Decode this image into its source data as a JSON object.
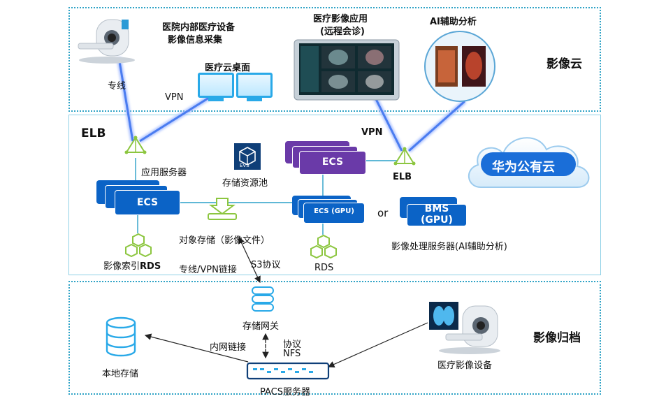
{
  "zones": {
    "top_title": "影像云",
    "mid_title": "ELB",
    "bottom_title": "影像归档"
  },
  "top": {
    "hospital_device": "医院内部医疗设备\n影像信息采集",
    "hospital_device_l1": "医院内部医疗设备",
    "hospital_device_l2": "影像信息采集",
    "dedicated_line": "专线",
    "vpn": "VPN",
    "cloud_desktop": "医疗云桌面",
    "imaging_app_l1": "医疗影像应用",
    "imaging_app_l2": "(远程会诊)",
    "ai_analysis": "AI辅助分析"
  },
  "mid": {
    "vpn": "VPN",
    "app_server": "应用服务器",
    "evs_label": "EVS",
    "storage_pool": "存储资源池",
    "ecs_top": "ECS",
    "elb_right": "ELB",
    "cloud_brand": "华为公有云",
    "ecs_left": "ECS",
    "ecs_gpu": "ECS (GPU)",
    "or": "or",
    "bms_l1": "BMS",
    "bms_l2": "(GPU)",
    "obj_storage": "对象存储（影像文件）",
    "processing_server": "影像处理服务器(AI辅助分析)",
    "rds_left_a": "影像索引",
    "rds_left_b": "RDS",
    "rds_right": "RDS",
    "line_link": "专线/VPN链接",
    "s3": "S3协议"
  },
  "bottom": {
    "storage_gateway": "存储网关",
    "intranet": "内网链接",
    "protocol_l1": "协议",
    "protocol_l2": "NFS",
    "local_storage": "本地存储",
    "pacs": "PACS服务器",
    "medical_device": "医疗影像设备"
  },
  "colors": {
    "zone_border": "#2fa3c6",
    "ecs_blue": "#0b63c6",
    "ecs_purple": "#6a3aa8",
    "link_blue": "#4a7cf0",
    "green": "#8cc63f"
  }
}
